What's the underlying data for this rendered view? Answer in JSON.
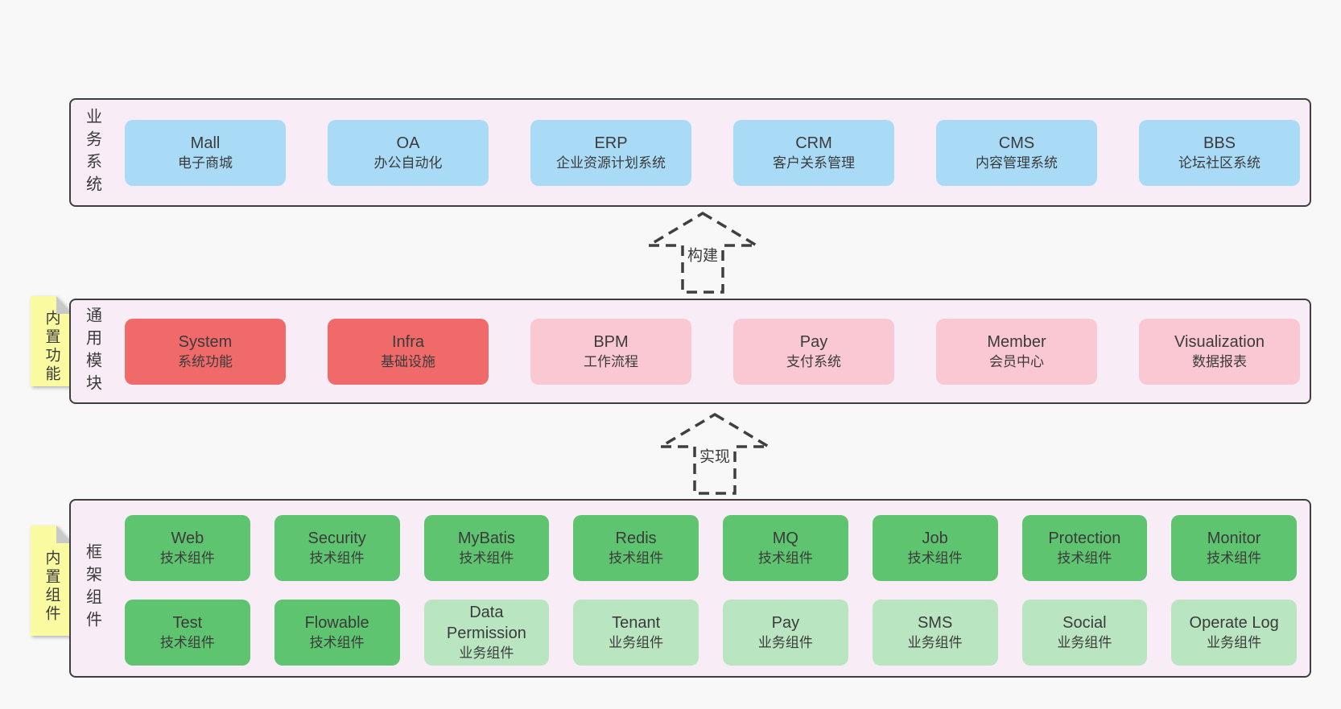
{
  "colors": {
    "page_background": "#f8f8f8",
    "layer_background": "#f8edf6",
    "layer_border": "#3f3f3f",
    "box_blue": "#a9dbf6",
    "box_red": "#f16a6a",
    "box_pink": "#f9c8d2",
    "box_green": "#5ec46f",
    "box_green_light": "#b9e5c1",
    "sticky_yellow": "#fafaa0",
    "sticky_fold_gray": "#c9c9c9",
    "text": "#3b3b3b"
  },
  "arrows": [
    {
      "label": "构建"
    },
    {
      "label": "实现"
    }
  ],
  "layers": [
    {
      "label": "业务系统",
      "boxes": [
        {
          "name": "Mall",
          "subtitle": "电子商城",
          "variant": "blue"
        },
        {
          "name": "OA",
          "subtitle": "办公自动化",
          "variant": "blue"
        },
        {
          "name": "ERP",
          "subtitle": "企业资源计划系统",
          "variant": "blue"
        },
        {
          "name": "CRM",
          "subtitle": "客户关系管理",
          "variant": "blue"
        },
        {
          "name": "CMS",
          "subtitle": "内容管理系统",
          "variant": "blue"
        },
        {
          "name": "BBS",
          "subtitle": "论坛社区系统",
          "variant": "blue"
        }
      ]
    },
    {
      "label": "通用模块",
      "sticky": "内置功能",
      "boxes": [
        {
          "name": "System",
          "subtitle": "系统功能",
          "variant": "red"
        },
        {
          "name": "Infra",
          "subtitle": "基础设施",
          "variant": "red"
        },
        {
          "name": "BPM",
          "subtitle": "工作流程",
          "variant": "pink"
        },
        {
          "name": "Pay",
          "subtitle": "支付系统",
          "variant": "pink"
        },
        {
          "name": "Member",
          "subtitle": "会员中心",
          "variant": "pink"
        },
        {
          "name": "Visualization",
          "subtitle": "数据报表",
          "variant": "pink"
        }
      ]
    },
    {
      "label": "框架组件",
      "sticky": "内置组件",
      "rows": [
        [
          {
            "name": "Web",
            "subtitle": "技术组件",
            "variant": "green"
          },
          {
            "name": "Security",
            "subtitle": "技术组件",
            "variant": "green"
          },
          {
            "name": "MyBatis",
            "subtitle": "技术组件",
            "variant": "green"
          },
          {
            "name": "Redis",
            "subtitle": "技术组件",
            "variant": "green"
          },
          {
            "name": "MQ",
            "subtitle": "技术组件",
            "variant": "green"
          },
          {
            "name": "Job",
            "subtitle": "技术组件",
            "variant": "green"
          },
          {
            "name": "Protection",
            "subtitle": "技术组件",
            "variant": "green"
          },
          {
            "name": "Monitor",
            "subtitle": "技术组件",
            "variant": "green"
          }
        ],
        [
          {
            "name": "Test",
            "subtitle": "技术组件",
            "variant": "green"
          },
          {
            "name": "Flowable",
            "subtitle": "技术组件",
            "variant": "green"
          },
          {
            "name": "Data\nPermission",
            "subtitle": "业务组件",
            "variant": "green-light"
          },
          {
            "name": "Tenant",
            "subtitle": "业务组件",
            "variant": "green-light"
          },
          {
            "name": "Pay",
            "subtitle": "业务组件",
            "variant": "green-light"
          },
          {
            "name": "SMS",
            "subtitle": "业务组件",
            "variant": "green-light"
          },
          {
            "name": "Social",
            "subtitle": "业务组件",
            "variant": "green-light"
          },
          {
            "name": "Operate Log",
            "subtitle": "业务组件",
            "variant": "green-light"
          }
        ]
      ]
    }
  ]
}
